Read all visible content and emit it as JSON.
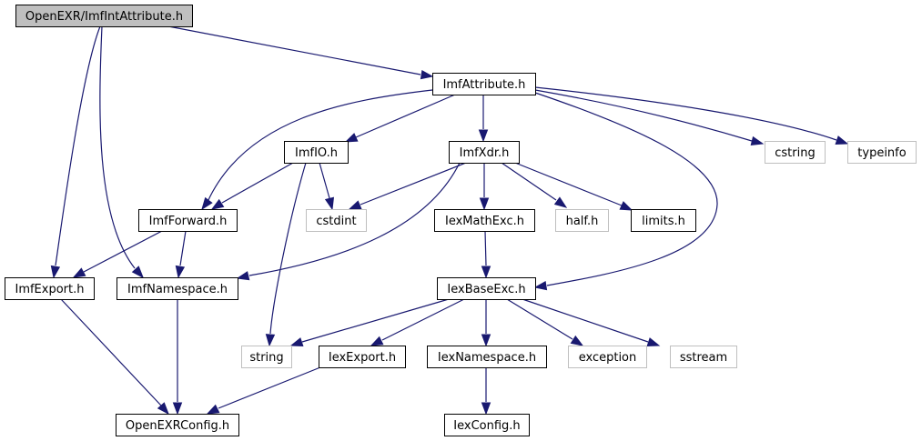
{
  "title": "OpenEXR/ImfIntAttribute.h",
  "colors": {
    "edge": "#191970",
    "root_fill": "#bfbfbf",
    "node_border": "#000000",
    "external_border": "#bfbfbf",
    "background": "#ffffff"
  },
  "nodes": [
    {
      "id": "root",
      "label": "OpenEXR/ImfIntAttribute.h",
      "kind": "root"
    },
    {
      "id": "ImfAttribute",
      "label": "ImfAttribute.h",
      "kind": "documented"
    },
    {
      "id": "ImfIO",
      "label": "ImfIO.h",
      "kind": "documented"
    },
    {
      "id": "ImfXdr",
      "label": "ImfXdr.h",
      "kind": "documented"
    },
    {
      "id": "cstring",
      "label": "cstring",
      "kind": "external"
    },
    {
      "id": "typeinfo",
      "label": "typeinfo",
      "kind": "external"
    },
    {
      "id": "ImfForward",
      "label": "ImfForward.h",
      "kind": "documented"
    },
    {
      "id": "cstdint",
      "label": "cstdint",
      "kind": "external"
    },
    {
      "id": "IexMathExc",
      "label": "IexMathExc.h",
      "kind": "documented"
    },
    {
      "id": "half",
      "label": "half.h",
      "kind": "external"
    },
    {
      "id": "limits",
      "label": "limits.h",
      "kind": "documented"
    },
    {
      "id": "ImfExport",
      "label": "ImfExport.h",
      "kind": "documented"
    },
    {
      "id": "ImfNamespace",
      "label": "ImfNamespace.h",
      "kind": "documented"
    },
    {
      "id": "IexBaseExc",
      "label": "IexBaseExc.h",
      "kind": "documented"
    },
    {
      "id": "string",
      "label": "string",
      "kind": "external"
    },
    {
      "id": "IexExport",
      "label": "IexExport.h",
      "kind": "documented"
    },
    {
      "id": "IexNamespace",
      "label": "IexNamespace.h",
      "kind": "documented"
    },
    {
      "id": "exception",
      "label": "exception",
      "kind": "external"
    },
    {
      "id": "sstream",
      "label": "sstream",
      "kind": "external"
    },
    {
      "id": "OpenEXRConfig",
      "label": "OpenEXRConfig.h",
      "kind": "documented"
    },
    {
      "id": "IexConfig",
      "label": "IexConfig.h",
      "kind": "documented"
    }
  ],
  "edges": [
    {
      "from": "root",
      "to": "ImfAttribute"
    },
    {
      "from": "root",
      "to": "ImfExport"
    },
    {
      "from": "root",
      "to": "ImfNamespace"
    },
    {
      "from": "ImfAttribute",
      "to": "ImfIO"
    },
    {
      "from": "ImfAttribute",
      "to": "ImfXdr"
    },
    {
      "from": "ImfAttribute",
      "to": "cstring"
    },
    {
      "from": "ImfAttribute",
      "to": "typeinfo"
    },
    {
      "from": "ImfAttribute",
      "to": "ImfForward"
    },
    {
      "from": "ImfAttribute",
      "to": "IexBaseExc"
    },
    {
      "from": "ImfIO",
      "to": "ImfForward"
    },
    {
      "from": "ImfIO",
      "to": "cstdint"
    },
    {
      "from": "ImfIO",
      "to": "string"
    },
    {
      "from": "ImfXdr",
      "to": "cstdint"
    },
    {
      "from": "ImfXdr",
      "to": "IexMathExc"
    },
    {
      "from": "ImfXdr",
      "to": "half"
    },
    {
      "from": "ImfXdr",
      "to": "limits"
    },
    {
      "from": "ImfXdr",
      "to": "ImfNamespace"
    },
    {
      "from": "ImfForward",
      "to": "ImfExport"
    },
    {
      "from": "ImfForward",
      "to": "ImfNamespace"
    },
    {
      "from": "IexMathExc",
      "to": "IexBaseExc"
    },
    {
      "from": "ImfExport",
      "to": "OpenEXRConfig"
    },
    {
      "from": "ImfNamespace",
      "to": "OpenEXRConfig"
    },
    {
      "from": "IexBaseExc",
      "to": "string"
    },
    {
      "from": "IexBaseExc",
      "to": "IexExport"
    },
    {
      "from": "IexBaseExc",
      "to": "IexNamespace"
    },
    {
      "from": "IexBaseExc",
      "to": "exception"
    },
    {
      "from": "IexBaseExc",
      "to": "sstream"
    },
    {
      "from": "IexExport",
      "to": "OpenEXRConfig"
    },
    {
      "from": "IexNamespace",
      "to": "IexConfig"
    }
  ]
}
